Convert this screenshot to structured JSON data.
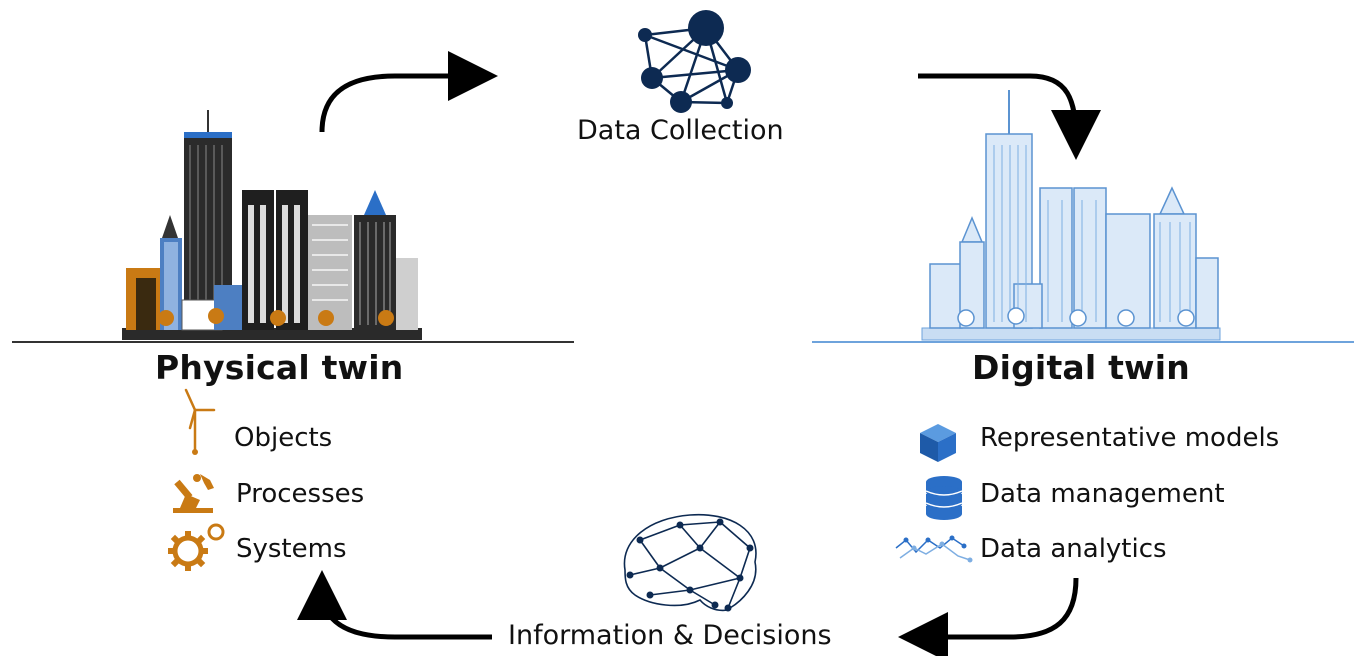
{
  "physical": {
    "title": "Physical twin",
    "items": [
      {
        "label": "Objects",
        "icon": "wind-turbine-icon"
      },
      {
        "label": "Processes",
        "icon": "robotic-arm-icon"
      },
      {
        "label": "Systems",
        "icon": "gears-icon"
      }
    ]
  },
  "digital": {
    "title": "Digital twin",
    "items": [
      {
        "label": "Representative models",
        "icon": "cube-icon"
      },
      {
        "label": "Data management",
        "icon": "database-icon"
      },
      {
        "label": "Data analytics",
        "icon": "analytics-chart-icon"
      }
    ]
  },
  "flow": {
    "collection": "Data Collection",
    "decisions": "Information & Decisions"
  },
  "colors": {
    "orange": "#c97a14",
    "dark": "#1f1f1f",
    "blue": "#2b6fc7",
    "light_blue": "#a8c8ec",
    "navy": "#0d2a52"
  }
}
